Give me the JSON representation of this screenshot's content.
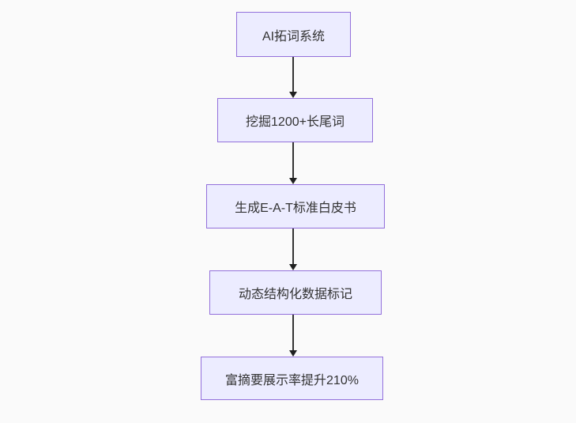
{
  "diagram": {
    "type": "flowchart",
    "direction": "top-down",
    "colors": {
      "background": "#fafafa",
      "node_fill": "#ececff",
      "node_border": "#9370db",
      "text": "#333333",
      "edge_line": "#333333",
      "arrow_head": "#1f2020"
    },
    "nodes": [
      {
        "label": "AI拓词系统"
      },
      {
        "label": "挖掘1200+长尾词"
      },
      {
        "label": "生成E-A-T标准白皮书"
      },
      {
        "label": "动态结构化数据标记"
      },
      {
        "label": "富摘要展示率提升210%"
      }
    ],
    "edges": [
      {
        "from": 0,
        "to": 1
      },
      {
        "from": 1,
        "to": 2
      },
      {
        "from": 2,
        "to": 3
      },
      {
        "from": 3,
        "to": 4
      }
    ]
  }
}
